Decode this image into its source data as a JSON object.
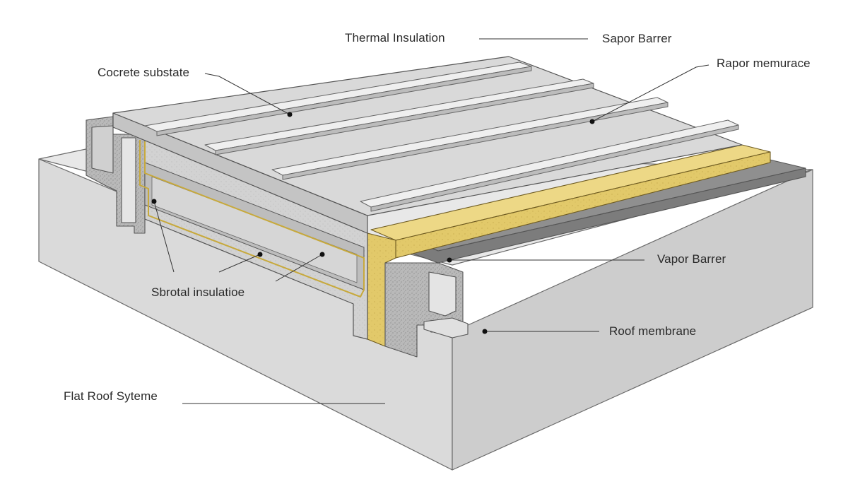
{
  "diagram": {
    "labels": {
      "thermal_insulation": "Thermal Insulation",
      "sapor_barrer": "Sapor Barrer",
      "rapor_membrane": "Rapor memurace",
      "concrete_substrate": "Cocrete substate",
      "vapor_barrer": "Vapor Barrer",
      "roof_membrane": "Roof membrane",
      "structural_insulation": "Sbrotal insulatioe",
      "flat_roof_system": "Flat Roof Syteme"
    },
    "colors": {
      "concrete_light": "#e6e6e6",
      "concrete_mid": "#cfcfcf",
      "concrete_dark": "#9a9a9a",
      "insulation_yellow": "#e2c96a",
      "outline": "#555555"
    }
  }
}
